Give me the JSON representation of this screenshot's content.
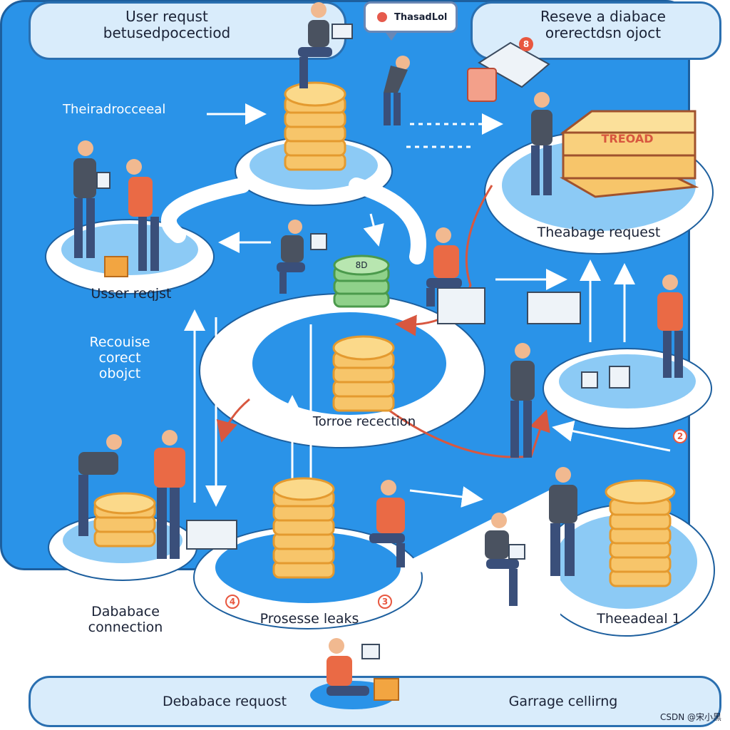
{
  "top": {
    "left_box": "User requst\nbetusedpocectiod",
    "bubble_text": "ThasadLol",
    "right_box": "Reseve a diabace\norerectdsn ojoct"
  },
  "labels": {
    "thread_procedure": "Theiradrocceeal",
    "user_request": "Usser reqjst",
    "storage_request": "Theabage request",
    "tree_badge": "TREOAD",
    "green_label": "8D",
    "resource_object": "Recouise\ncorect\nobojct",
    "torroe_reception": "Torroe recection",
    "database_connection": "Dababace\nconnection",
    "process_leaks": "Prosesse leaks",
    "threadal": "Theeadeal 1",
    "badge_top": "8",
    "badge_right": "2",
    "badge_left": "4",
    "badge_mid": "3"
  },
  "bottom": {
    "left": "Debabace requost",
    "right": "Garrage cellirng",
    "watermark": "CSDN @宋小黑"
  },
  "colors": {
    "panel_blue": "#2a93e8",
    "pale_blue": "#d9ecfb",
    "coin_fill": "#f7c56a",
    "coin_edge": "#e49a2f",
    "shirt_red": "#ea6a45",
    "shirt_grey": "#4a5260",
    "arrow_red": "#d8573f"
  }
}
